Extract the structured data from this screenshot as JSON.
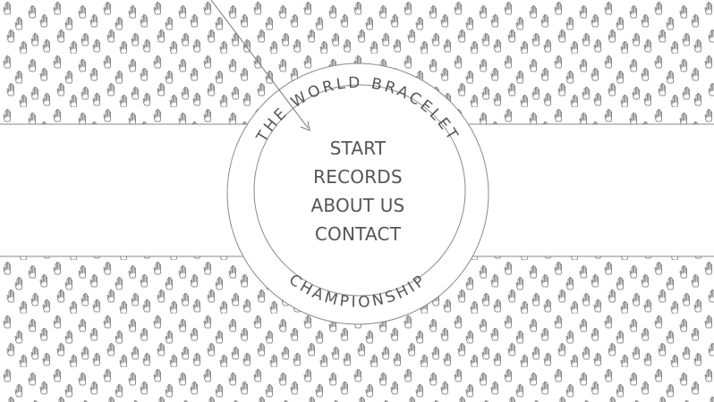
{
  "logo": {
    "top_text": "THE WORLD BRACELET",
    "bottom_text": "CHAMPIONSHIP"
  },
  "nav": {
    "items": [
      {
        "label": "START"
      },
      {
        "label": "RECORDS"
      },
      {
        "label": "ABOUT US"
      },
      {
        "label": "CONTACT"
      }
    ]
  },
  "background": {
    "pattern_icon": "hand-icon",
    "line_color": "#888888",
    "text_color": "#555555",
    "page_color": "#ffffff"
  }
}
